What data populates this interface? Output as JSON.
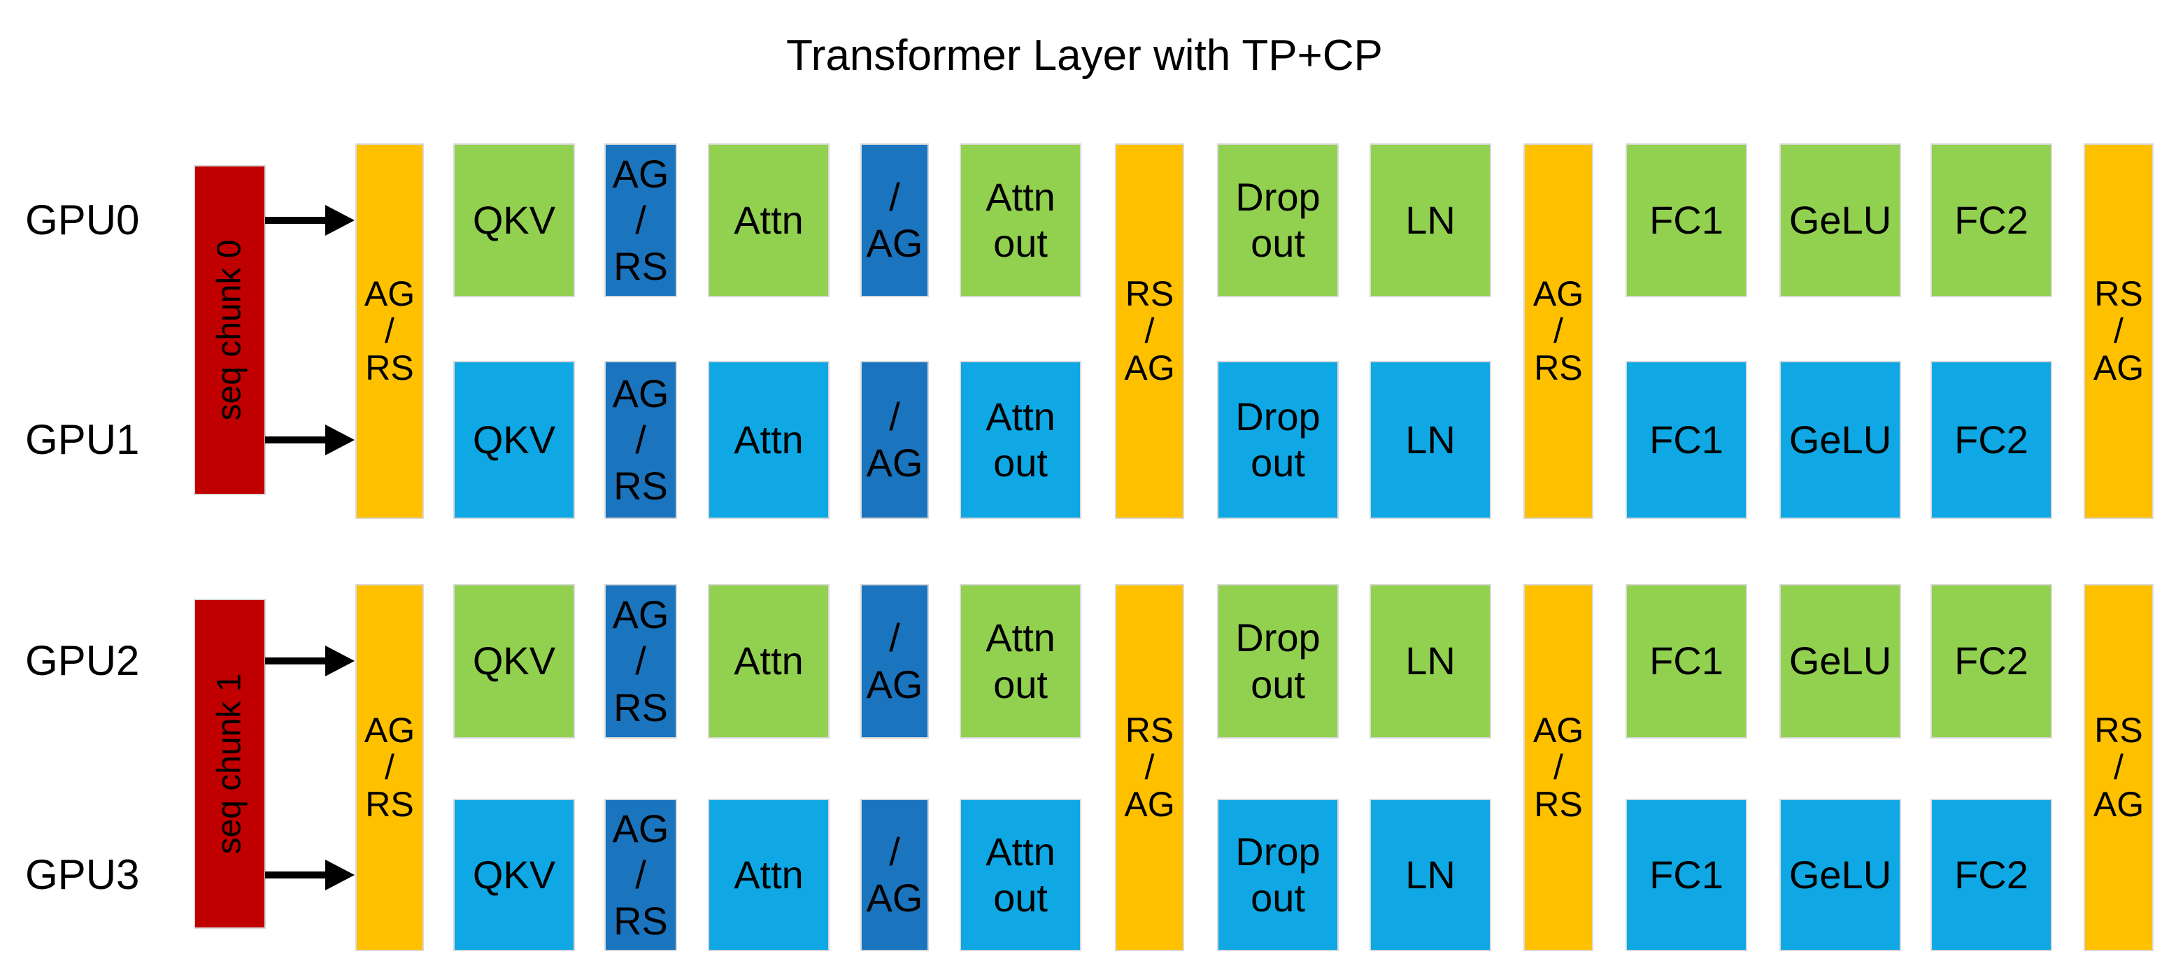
{
  "title": "Transformer Layer with TP+CP",
  "gpu_labels": [
    "GPU0",
    "GPU1",
    "GPU2",
    "GPU3"
  ],
  "seq_chunks": [
    "seq chunk 0",
    "seq chunk 1"
  ],
  "comm_bars": {
    "ag_rs": [
      "AG",
      "/",
      "RS"
    ],
    "rs_ag": [
      "RS",
      "/",
      "AG"
    ]
  },
  "ops": {
    "qkv": "QKV",
    "ag_rs": [
      "AG",
      "/",
      "RS"
    ],
    "attn": "Attn",
    "slash_ag": [
      "/",
      "AG"
    ],
    "attn_out": [
      "Attn",
      "out"
    ],
    "drop_out": [
      "Drop",
      "out"
    ],
    "ln": "LN",
    "fc1": "FC1",
    "gelu": "GeLU",
    "fc2": "FC2"
  },
  "colors": {
    "red": "#C00000",
    "orange": "#FFC000",
    "green": "#92D050",
    "light_blue": "#0FA8E4",
    "dark_blue": "#1B74BE",
    "arrow": "#000000",
    "text": "#000000",
    "border": "#D9D9D9",
    "background": "#FFFFFF"
  }
}
